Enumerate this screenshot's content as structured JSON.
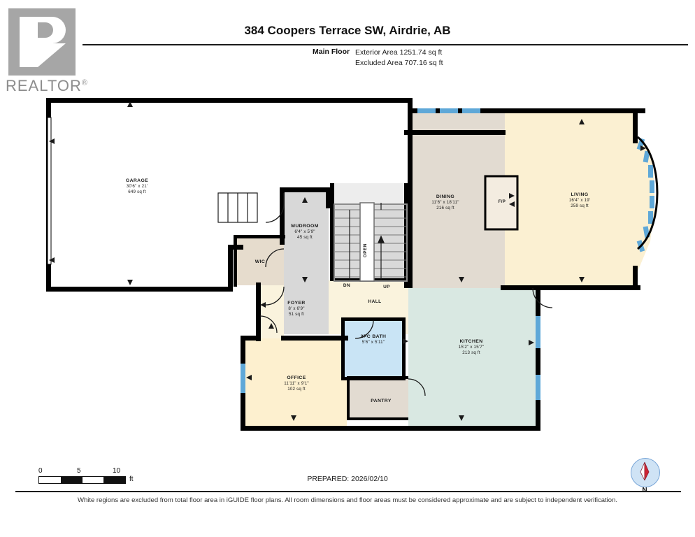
{
  "branding": {
    "logo_word": "REALTOR",
    "logo_reg": "®",
    "logo_icon": "realtor-r-logo"
  },
  "header": {
    "title": "384 Coopers Terrace SW, Airdrie, AB",
    "floor_label": "Main Floor",
    "exterior_area": "Exterior Area 1251.74 sq ft",
    "excluded_area": "Excluded Area 707.16 sq ft"
  },
  "rooms": [
    {
      "name": "GARAGE",
      "dim": "30'6\" x 21'",
      "area": "649 sq ft"
    },
    {
      "name": "MUDROOM",
      "dim": "6'4\" x 5'9\"",
      "area": "45 sq ft"
    },
    {
      "name": "WIC",
      "dim": "",
      "area": ""
    },
    {
      "name": "FOYER",
      "dim": "8' x 6'9\"",
      "area": "51 sq ft"
    },
    {
      "name": "OFFICE",
      "dim": "11'11\" x 9'1\"",
      "area": "102 sq ft"
    },
    {
      "name": "2PC BATH",
      "dim": "5'6\" x 5'11\"",
      "area": ""
    },
    {
      "name": "PANTRY",
      "dim": "",
      "area": ""
    },
    {
      "name": "KITCHEN",
      "dim": "15'2\" x 15'7\"",
      "area": "213 sq ft"
    },
    {
      "name": "DINING",
      "dim": "11'6\" x 18'11\"",
      "area": "216 sq ft"
    },
    {
      "name": "LIVING",
      "dim": "16'4\" x 19'",
      "area": "259 sq ft"
    }
  ],
  "markers": {
    "hall": "HALL",
    "up": "UP",
    "down": "DN",
    "open": "OPEN",
    "fireplace": "F/P"
  },
  "scale": {
    "tick_0": "0",
    "tick_5": "5",
    "tick_10": "10",
    "unit": "ft"
  },
  "compass": {
    "north_label": "N",
    "icon": "compass-rose-icon"
  },
  "footer": {
    "prepared": "PREPARED: 2026/02/10",
    "disclaimer": "White regions are excluded from total floor area in iGUIDE floor plans. All room dimensions and floor areas must be considered approximate and are subject to independent verification."
  },
  "colors": {
    "wall": "#000000",
    "garage_fill": "#ffffff",
    "dining_fill": "#e2dbd1",
    "living_fill": "#fbf0d2",
    "kitchen_fill": "#d9e8e2",
    "office_fill": "#fdf0cf",
    "bath_fill": "#c9e4f5",
    "hall_fill": "#faf3dd",
    "mudroom_fill": "#d8d8d8",
    "wic_fill": "#e6dccd",
    "pantry_fill": "#e2dbd1",
    "window_blue": "#5fa8d8",
    "stairs_fill": "#d9d9d9"
  }
}
